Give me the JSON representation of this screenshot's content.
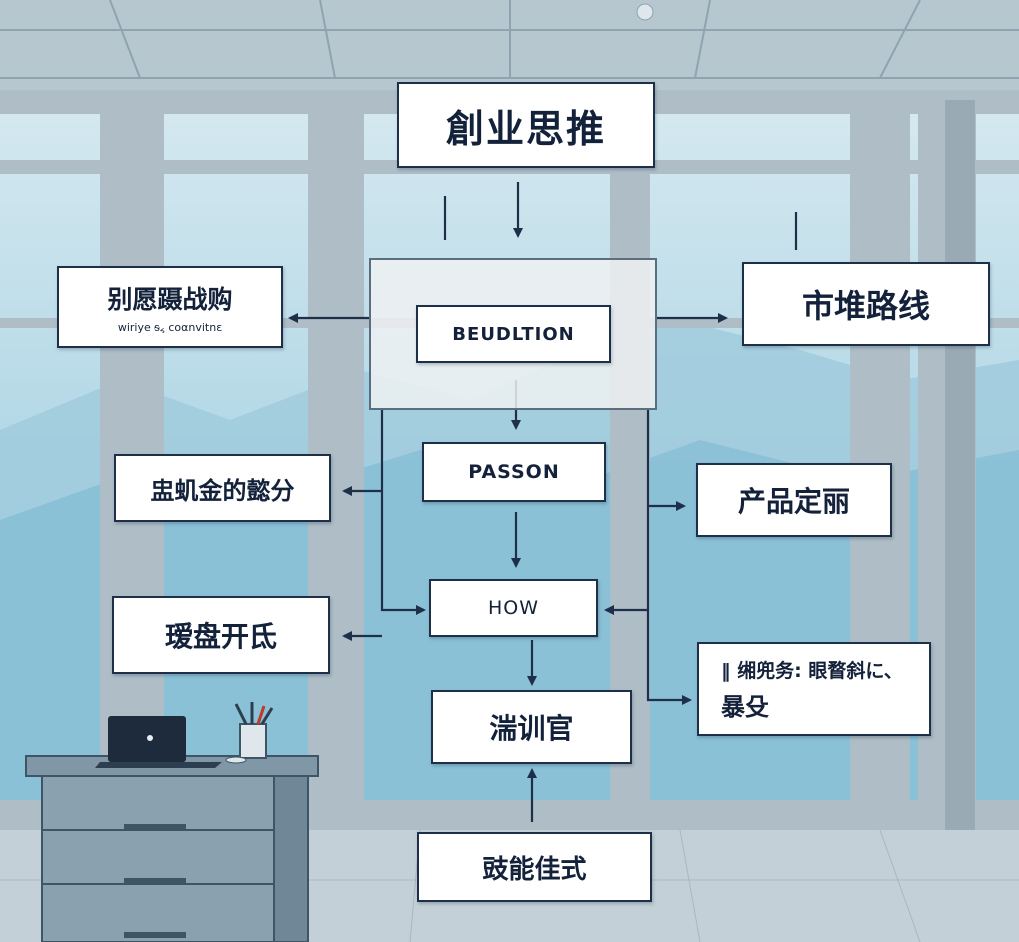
{
  "diagram": {
    "title": "創业思推",
    "left_nodes": [
      {
        "label": "别愿蹑战购",
        "sub": "wiriye ᵴ៹ coαnvitnɛ"
      },
      {
        "label": "盅虮金的懿分"
      },
      {
        "label": "瑷盘开氐"
      }
    ],
    "center_nodes": [
      {
        "label": "BEUDLTION"
      },
      {
        "label": "PASSON"
      },
      {
        "label": "HOW"
      },
      {
        "label": "湍训官"
      },
      {
        "label": "豉能佳式"
      }
    ],
    "right_nodes": [
      {
        "label": "市堆路线"
      },
      {
        "label": "产品定丽"
      },
      {
        "label": "‖ 缃兜务: 眼瞀斜に、",
        "label2": "暴殳"
      }
    ]
  },
  "colors": {
    "box_border": "#1e2f4a",
    "arrow": "#1e2f4a",
    "sky": "#a9d2e3",
    "frame": "#aebdc6"
  }
}
